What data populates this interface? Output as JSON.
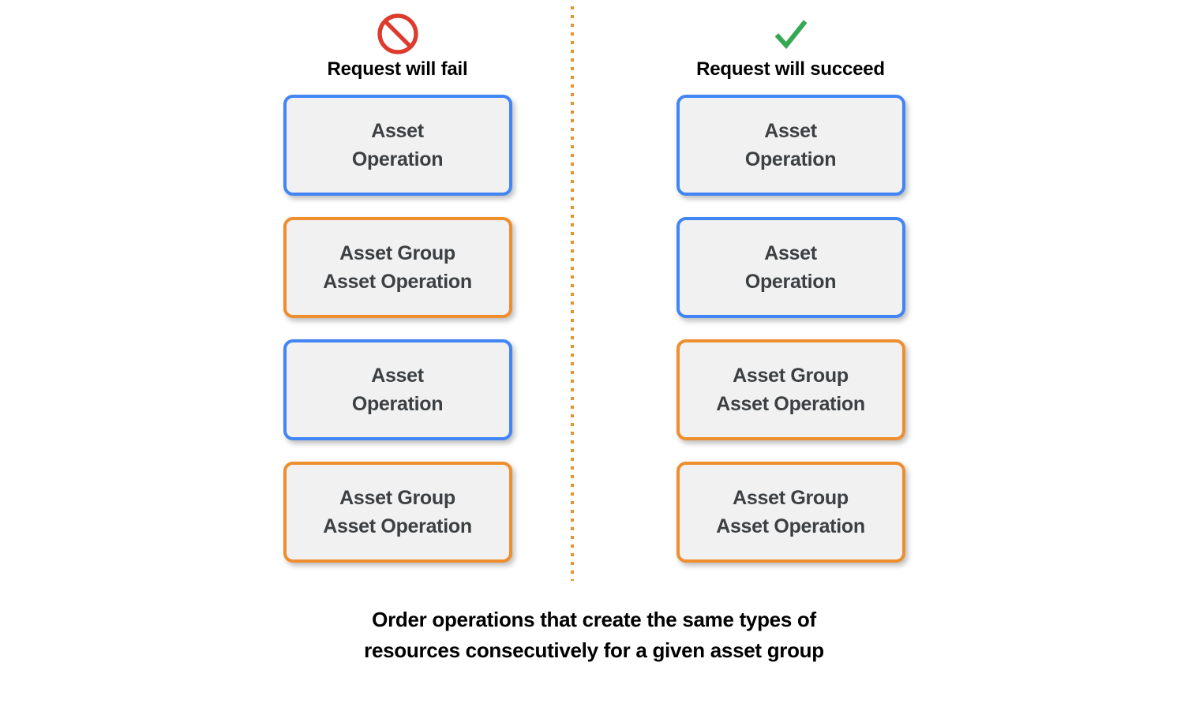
{
  "divider": {
    "color": "#e8912f",
    "style": "dotted-vertical"
  },
  "columns": [
    {
      "id": "fail",
      "icon_name": "prohibition-icon",
      "icon_color": "#dc3b2d",
      "title": "Request will fail",
      "boxes": [
        {
          "color": "blue",
          "border_color": "#4285f4",
          "lines": [
            "Asset",
            "Operation"
          ]
        },
        {
          "color": "orange",
          "border_color": "#ee8e2e",
          "lines": [
            "Asset Group",
            "Asset Operation"
          ]
        },
        {
          "color": "blue",
          "border_color": "#4285f4",
          "lines": [
            "Asset",
            "Operation"
          ]
        },
        {
          "color": "orange",
          "border_color": "#ee8e2e",
          "lines": [
            "Asset Group",
            "Asset Operation"
          ]
        }
      ]
    },
    {
      "id": "succeed",
      "icon_name": "check-icon",
      "icon_color": "#34a853",
      "title": "Request will succeed",
      "boxes": [
        {
          "color": "blue",
          "border_color": "#4285f4",
          "lines": [
            "Asset",
            "Operation"
          ]
        },
        {
          "color": "blue",
          "border_color": "#4285f4",
          "lines": [
            "Asset",
            "Operation"
          ]
        },
        {
          "color": "orange",
          "border_color": "#ee8e2e",
          "lines": [
            "Asset Group",
            "Asset Operation"
          ]
        },
        {
          "color": "orange",
          "border_color": "#ee8e2e",
          "lines": [
            "Asset Group",
            "Asset Operation"
          ]
        }
      ]
    }
  ],
  "caption": {
    "line1": "Order operations that create the same types of",
    "line2": "resources consecutively for a given asset group"
  },
  "palette": {
    "blue": "#4285f4",
    "orange": "#ee8e2e",
    "red": "#dc3b2d",
    "green": "#34a853",
    "box_fill": "#f1f1f1",
    "text": "#3c4043",
    "background": "#ffffff"
  }
}
